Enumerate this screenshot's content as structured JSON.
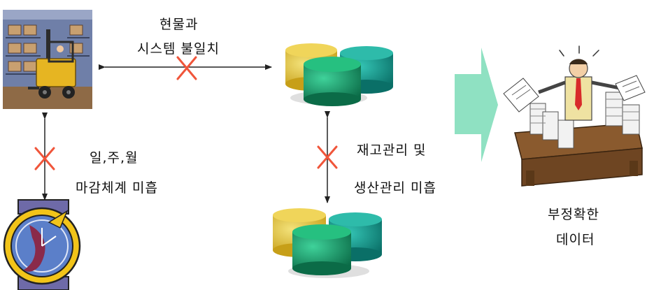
{
  "labels": {
    "top_mismatch_line1": "현물과",
    "top_mismatch_line2": "시스템 불일치",
    "left_close_line1": "일,주,월",
    "left_close_line2": "마감체계 미흡",
    "mid_mgmt_line1": "재고관리 및",
    "mid_mgmt_line2": "생산관리 미흡",
    "result_line1": "부정확한",
    "result_line2": "데이터"
  },
  "colors": {
    "arrow": "#222222",
    "cross": "#f0553a",
    "big_arrow": "#8fe1c2",
    "cyl_yellow": "#e3c436",
    "cyl_teal": "#0f9e8c",
    "cyl_green": "#1aa06a"
  },
  "icons": [
    "warehouse-forklift-icon",
    "clock-watch-icon",
    "database-cylinders-icon",
    "stressed-worker-icon"
  ]
}
